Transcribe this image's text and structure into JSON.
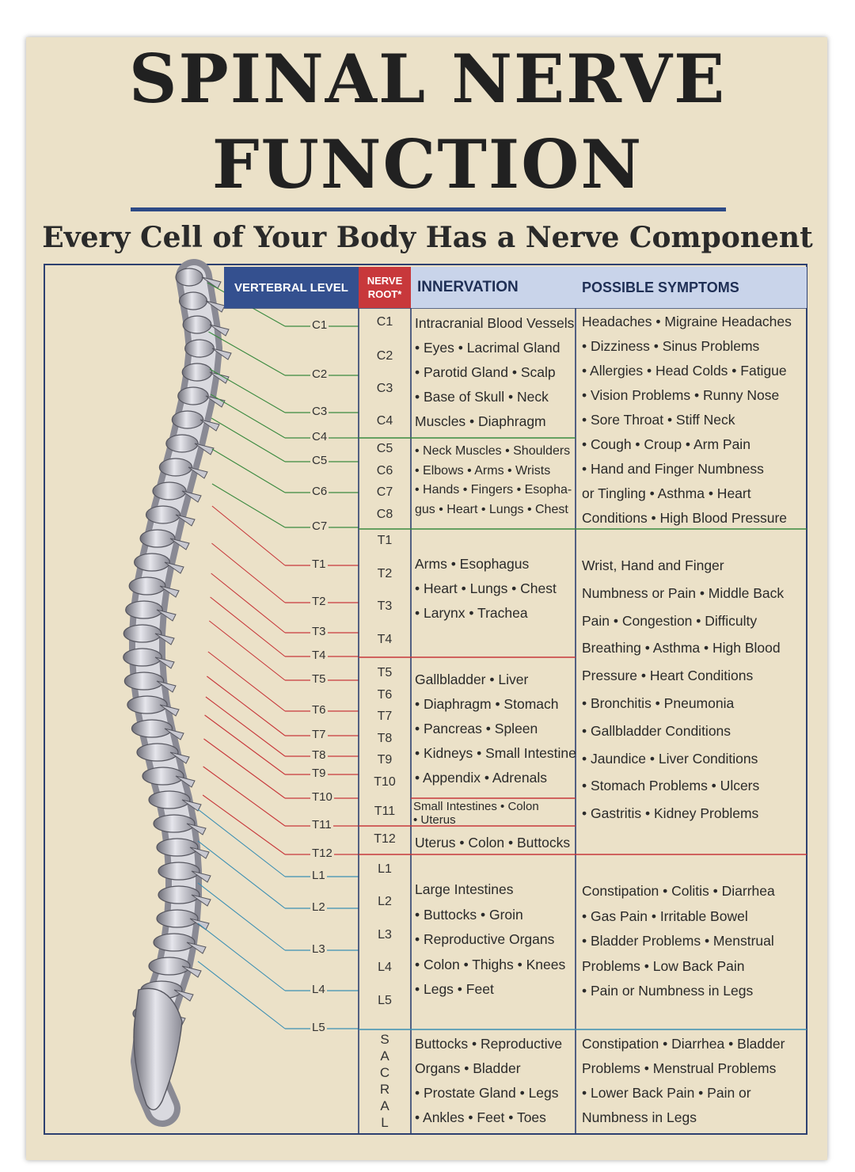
{
  "title_line1": "SPINAL NERVE",
  "title_line2": "FUNCTION",
  "subtitle": "Every Cell of Your Body Has a Nerve Component",
  "headers": {
    "vertebral_level": "VERTEBRAL LEVEL",
    "nerve_root_line1": "NERVE",
    "nerve_root_line2": "ROOT*",
    "innervation": "INNERVATION",
    "symptoms": "POSSIBLE SYMPTOMS"
  },
  "colors": {
    "blue": "#2d4a86",
    "red": "#c8383b",
    "green": "#3a8a3f",
    "teal": "#3b8fb3"
  },
  "vertebral_levels": [
    "C1",
    "C2",
    "C3",
    "C4",
    "C5",
    "C6",
    "C7",
    "T1",
    "T2",
    "T3",
    "T4",
    "T5",
    "T6",
    "T7",
    "T8",
    "T9",
    "T10",
    "T11",
    "T12",
    "L1",
    "L2",
    "L3",
    "L4",
    "L5"
  ],
  "nerve_roots": [
    "C1",
    "C2",
    "C3",
    "C4",
    "C5",
    "C6",
    "C7",
    "C8",
    "T1",
    "T2",
    "T3",
    "T4",
    "T5",
    "T6",
    "T7",
    "T8",
    "T9",
    "T10",
    "T11",
    "T12",
    "L1",
    "L2",
    "L3",
    "L4",
    "L5"
  ],
  "sacral_label": [
    "S",
    "A",
    "C",
    "R",
    "A",
    "L"
  ],
  "innervation": {
    "c1_c4": [
      "Intracranial Blood Vessels",
      "• Eyes • Lacrimal Gland",
      "• Parotid Gland • Scalp",
      "• Base of Skull • Neck",
      "Muscles • Diaphragm"
    ],
    "c5_c8": [
      "• Neck Muscles • Shoulders",
      "• Elbows • Arms • Wrists",
      "• Hands • Fingers • Esopha-",
      "gus • Heart • Lungs • Chest"
    ],
    "t1_t4": [
      "Arms • Esophagus",
      "• Heart • Lungs • Chest",
      "• Larynx • Trachea"
    ],
    "t5_t10": [
      "Gallbladder • Liver",
      "• Diaphragm • Stomach",
      "• Pancreas • Spleen",
      "• Kidneys • Small Intestine",
      "• Appendix • Adrenals"
    ],
    "t11": [
      "Small Intestines • Colon",
      "• Uterus"
    ],
    "t12": [
      "Uterus • Colon • Buttocks"
    ],
    "l1_l5": [
      "Large Intestines",
      "• Buttocks • Groin",
      "• Reproductive Organs",
      "• Colon • Thighs • Knees",
      "• Legs • Feet"
    ],
    "sacral": [
      "Buttocks • Reproductive",
      "Organs • Bladder",
      "• Prostate Gland • Legs",
      "• Ankles • Feet • Toes"
    ]
  },
  "symptoms": {
    "cervical": [
      "Headaches • Migraine Headaches",
      "• Dizziness • Sinus Problems",
      "• Allergies • Head Colds • Fatigue",
      "• Vision Problems • Runny Nose",
      "• Sore Throat • Stiff Neck",
      "• Cough • Croup • Arm Pain",
      "• Hand and Finger Numbness",
      "or Tingling • Asthma • Heart",
      "Conditions • High Blood Pressure"
    ],
    "thoracic": [
      "Wrist, Hand and Finger",
      "Numbness or Pain • Middle Back",
      "Pain • Congestion • Difficulty",
      "Breathing • Asthma • High Blood",
      "Pressure • Heart Conditions",
      "• Bronchitis • Pneumonia",
      "• Gallbladder Conditions",
      "• Jaundice • Liver Conditions",
      "• Stomach Problems • Ulcers",
      "• Gastritis • Kidney Problems"
    ],
    "lumbar": [
      "Constipation • Colitis • Diarrhea",
      "• Gas Pain • Irritable Bowel",
      "• Bladder Problems • Menstrual",
      "Problems • Low Back Pain",
      "• Pain or Numbness in Legs"
    ],
    "sacral": [
      "Constipation • Diarrhea • Bladder",
      "Problems • Menstrual Problems",
      "• Lower Back Pain • Pain or",
      "Numbness in Legs"
    ]
  }
}
